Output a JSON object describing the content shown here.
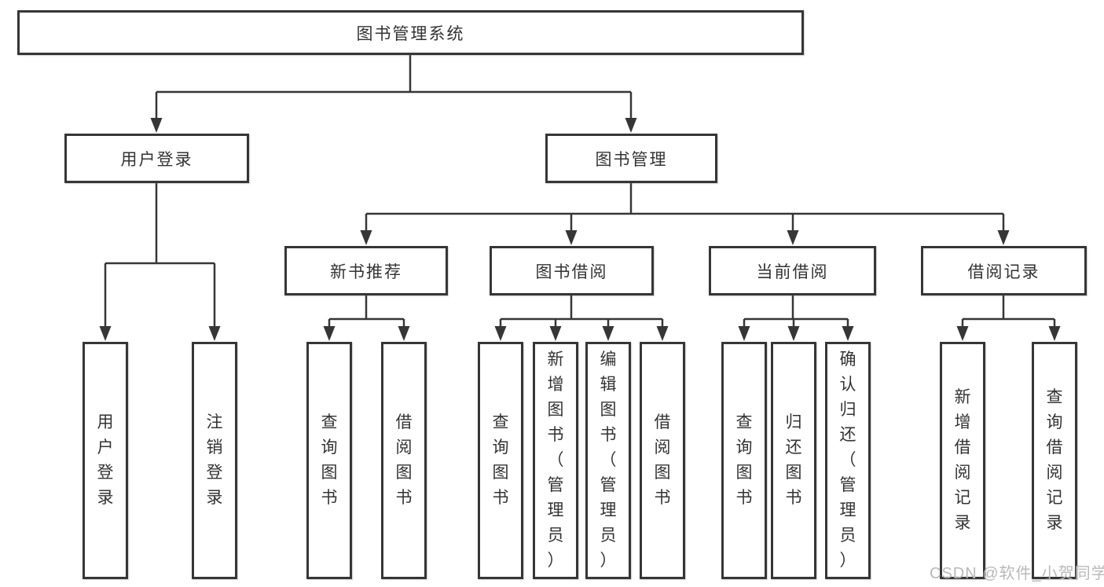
{
  "diagram": {
    "type": "hierarchy-tree",
    "nodes": {
      "root": "图书管理系统",
      "l2": [
        "用户登录",
        "图书管理"
      ],
      "l3": [
        "新书推荐",
        "图书借阅",
        "当前借阅",
        "借阅记录"
      ],
      "leaves": [
        "用户登录",
        "注销登录",
        "查询图书",
        "借阅图书",
        "查询图书",
        "新增图书（管理员）",
        "编辑图书（管理员）",
        "借阅图书",
        "查询图书",
        "归还图书",
        "确认归还（管理员）",
        "新增借阅记录",
        "查询借阅记录"
      ]
    },
    "edges": [
      {
        "from": "图书管理系统",
        "to": "用户登录"
      },
      {
        "from": "图书管理系统",
        "to": "图书管理"
      },
      {
        "from": "用户登录",
        "to": "用户登录"
      },
      {
        "from": "用户登录",
        "to": "注销登录"
      },
      {
        "from": "图书管理",
        "to": "新书推荐"
      },
      {
        "from": "图书管理",
        "to": "图书借阅"
      },
      {
        "from": "图书管理",
        "to": "当前借阅"
      },
      {
        "from": "图书管理",
        "to": "借阅记录"
      },
      {
        "from": "新书推荐",
        "to": "查询图书"
      },
      {
        "from": "新书推荐",
        "to": "借阅图书"
      },
      {
        "from": "图书借阅",
        "to": "查询图书"
      },
      {
        "from": "图书借阅",
        "to": "新增图书（管理员）"
      },
      {
        "from": "图书借阅",
        "to": "编辑图书（管理员）"
      },
      {
        "from": "图书借阅",
        "to": "借阅图书"
      },
      {
        "from": "当前借阅",
        "to": "查询图书"
      },
      {
        "from": "当前借阅",
        "to": "归还图书"
      },
      {
        "from": "当前借阅",
        "to": "确认归还（管理员）"
      },
      {
        "from": "借阅记录",
        "to": "新增借阅记录"
      },
      {
        "from": "借阅记录",
        "to": "查询借阅记录"
      }
    ],
    "colors": {
      "line": "#363636",
      "text": "#333333",
      "box_background": "#ffffff",
      "watermark": "#b9b9b9"
    }
  },
  "watermark": "CSDN @软件_小贺同学"
}
